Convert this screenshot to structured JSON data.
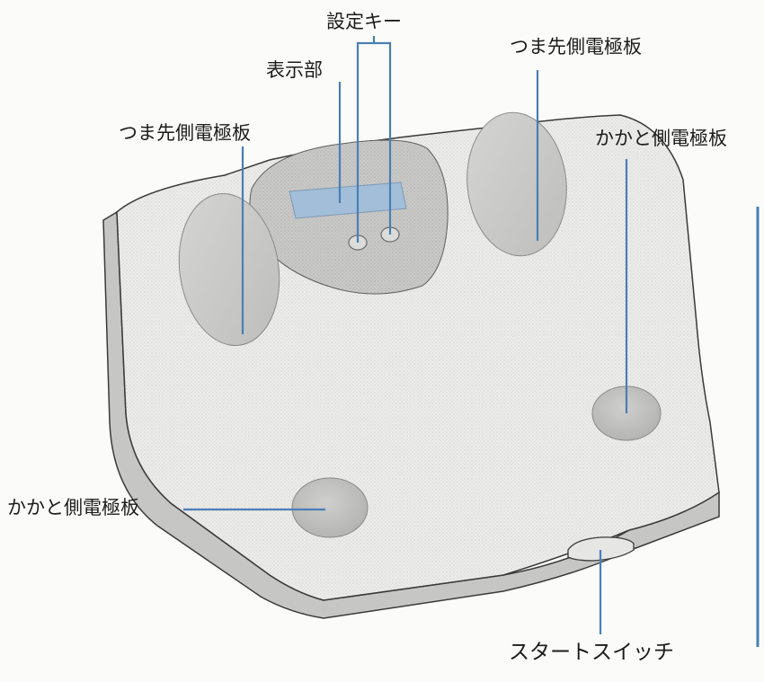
{
  "labels": {
    "settings_keys": "設定キー",
    "display": "表示部",
    "toe_electrode_left": "つま先側電極板",
    "toe_electrode_right": "つま先側電極板",
    "heel_electrode_right": "かかと側電極板",
    "heel_electrode_left": "かかと側電極板",
    "start_switch": "スタートスイッチ"
  },
  "colors": {
    "body": "#e9e9e8",
    "edge": "#3a3a3a",
    "display_panel": "#a3bed9",
    "leader_line": "#4a7fb4"
  }
}
